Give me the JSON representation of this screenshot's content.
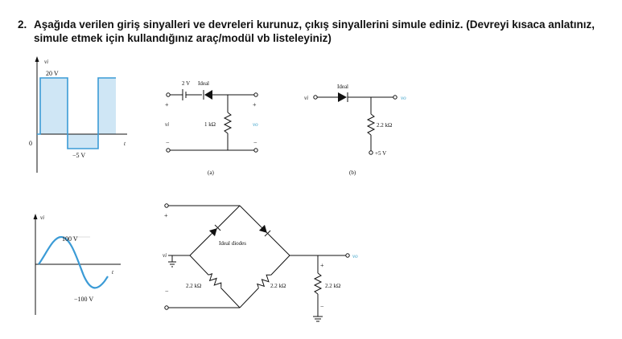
{
  "question": {
    "number": "2.",
    "line1": "Aşağıda verilen giriş sinyalleri ve devreleri kurunuz, çıkış sinyallerini simule ediniz. (Devreyi kısaca anlatınız,",
    "line2": "simule etmek için kullandığınız araç/modül vb listeleyiniz)"
  },
  "square_wave": {
    "axis_label": "vi",
    "high_label": "20 V",
    "low_label": "−5 V",
    "origin_label": "0",
    "time_label": "t"
  },
  "circuit_a": {
    "battery_label": "2 V",
    "diode_label": "Ideal",
    "resistor_label": "1 kΩ",
    "input_label": "vi",
    "output_label": "vo",
    "plus": "+",
    "minus": "−",
    "caption": "(a)"
  },
  "circuit_b": {
    "diode_label": "Ideal",
    "input_label": "vi",
    "output_label": "vo",
    "resistor_label": "2.2 kΩ",
    "supply_label": "+5 V",
    "caption": "(b)"
  },
  "sine_wave": {
    "axis_label": "vi",
    "peak_label": "100 V",
    "trough_label": "−100 V",
    "time_label": "t"
  },
  "bridge_circuit": {
    "diodes_label": "Ideal diodes",
    "r1_label": "2.2 kΩ",
    "r2_label": "2.2 kΩ",
    "r3_label": "2.2 kΩ",
    "input_label": "vi",
    "output_label": "vo",
    "plus": "+",
    "minus": "−"
  }
}
